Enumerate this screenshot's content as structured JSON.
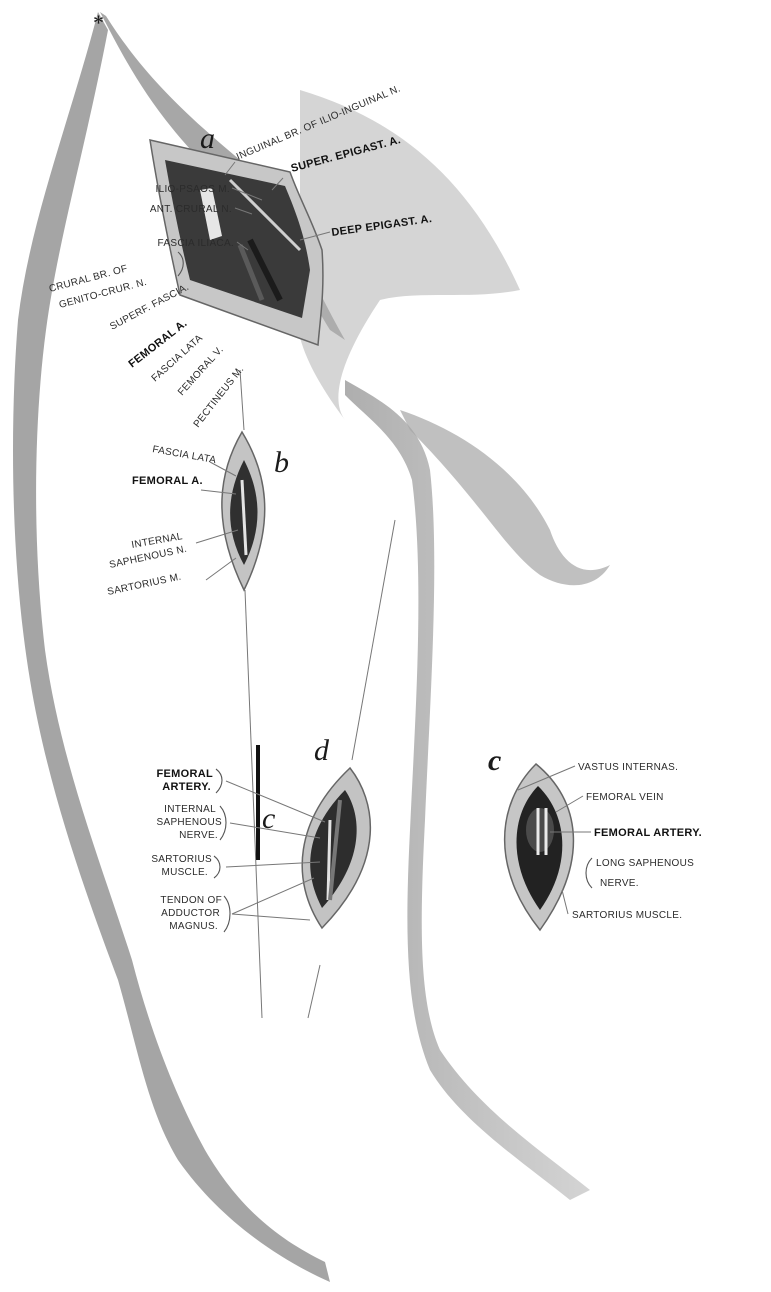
{
  "letters": {
    "a": "a",
    "b": "b",
    "c_mid": "c",
    "d": "d",
    "c_right": "c"
  },
  "labels": {
    "a": {
      "inguinal_br": "INGUINAL BR. OF ILIO-INGUINAL N.",
      "super_epigast": "SUPER. EPIGAST. A.",
      "deep_epigast": "DEEP EPIGAST. A.",
      "ilio_psoas": "ILIO-PSAOS M.",
      "ant_crural": "ANT. CRURAL N.",
      "fascia_iliaca": "FASCIA ILIACA.",
      "crural_br_1": "CRURAL BR. OF",
      "crural_br_2": "GENITO-CRUR. N.",
      "superf_fascia": "SUPERF. FASCIA.",
      "femoral_a": "FEMORAL A.",
      "fascia_lata": "FASCIA LATA",
      "femoral_v": "FEMORAL V.",
      "pectineus": "PECTINEUS M."
    },
    "b": {
      "fascia_lata": "FASCIA LATA",
      "femoral_a": "FEMORAL A.",
      "internal_1": "INTERNAL",
      "internal_2": "SAPHENOUS N.",
      "sartorius": "SARTORIUS M."
    },
    "d": {
      "femoral_1": "FEMORAL",
      "femoral_2": "ARTERY.",
      "internal_1": "INTERNAL",
      "internal_2": "SAPHENOUS",
      "internal_3": "NERVE.",
      "sartorius_1": "SARTORIUS",
      "sartorius_2": "MUSCLE.",
      "tendon_1": "TENDON OF",
      "tendon_2": "ADDUCTOR",
      "tendon_3": "MAGNUS."
    },
    "c": {
      "vastus": "VASTUS INTERNAS.",
      "femoral_vein": "FEMORAL VEIN",
      "femoral_artery": "FEMORAL ARTERY.",
      "long_saph_1": "LONG SAPHENOUS",
      "long_saph_2": "NERVE.",
      "sartorius": "SARTORIUS MUSCLE."
    }
  }
}
